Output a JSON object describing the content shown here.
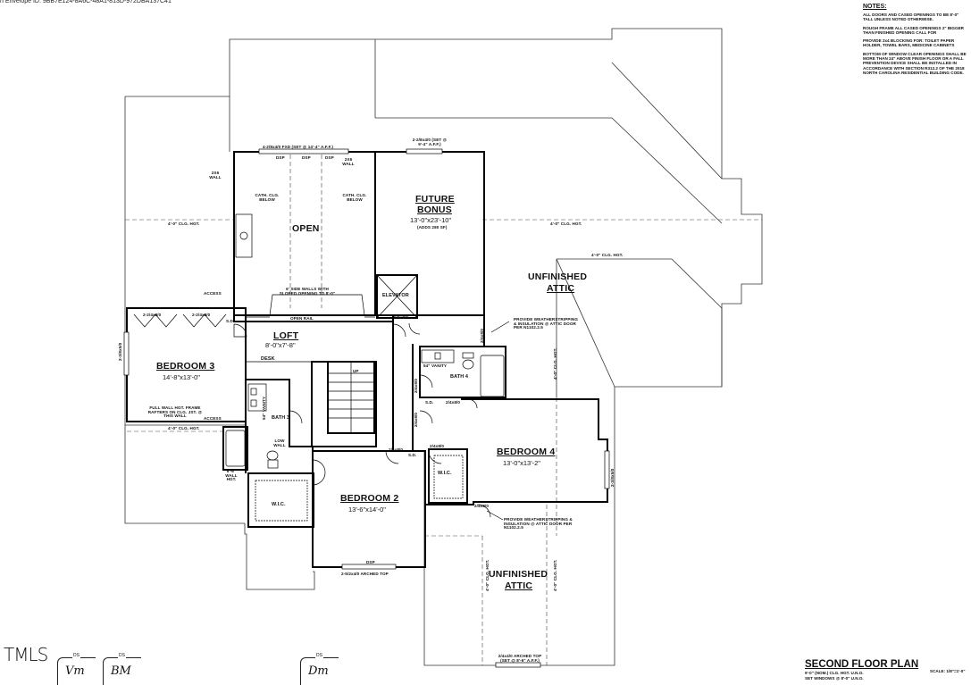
{
  "envelope_id": "n Envelope ID: 9BB7E124-8A6C-48A1-813D-972DBA137C41",
  "notes": {
    "heading": "NOTES:",
    "items": [
      "ALL DOORS AND CASED OPENINGS TO BE 8'-0\" TALL UNLESS NOTED OTHERWISE.",
      "ROUGH FRAME ALL CASED OPENINGS 2\" BIGGER THAN FINISHED OPENING CALL FOR",
      "PROVIDE 2x4 BLOCKING FOR: TOILET PAPER HOLDER, TOWEL BARS, MEDICINE CABINETS",
      "BOTTOM OF WINDOW CLEAR OPENINGS SHALL BE MORE THAN 24\" ABOVE FINISH FLOOR OR A FALL PREVENTION DEVICE SHALL BE INSTALLED IN ACCORDANCE WITH SECTION R312.2 OF THE 2018 NORTH CAROLINA RESIDENTIAL BUILDING CODE."
    ]
  },
  "rooms": {
    "future_bonus": {
      "name_line1": "FUTURE",
      "name_line2": "BONUS",
      "size": "13'-0\"x23'-10\"",
      "note": "(ADDS 280 SF)"
    },
    "open": {
      "name": "OPEN"
    },
    "loft": {
      "name": "LOFT",
      "size": "8'-0\"x7'-8\""
    },
    "bedroom3": {
      "name": "BEDROOM 3",
      "size": "14'-8\"x13'-0\""
    },
    "bedroom2": {
      "name": "BEDROOM 2",
      "size": "13'-6\"x14'-0\""
    },
    "bedroom4": {
      "name": "BEDROOM 4",
      "size": "13'-0\"x13'-2\""
    },
    "unfinished_attic_upper": {
      "line1": "UNFINISHED",
      "line2": "ATTIC"
    },
    "unfinished_attic_lower": {
      "line1": "UNFINISHED",
      "line2": "ATTIC"
    }
  },
  "annotations": {
    "window_top": "4-2/8x4/0 FXD (SET @ 14'-4\" A.F.F.)",
    "window_bonus": "2-2/8x4/0 (SET @ 9'-4\" A.F.F.)",
    "dsp1": "DSP",
    "dsp2": "DSP",
    "dsp3": "DSP",
    "wall_2x6_left": "2X6 WALL",
    "wall_2x6_right": "2X6 WALL",
    "cath_left": "CATH. CLG. BELOW",
    "cath_right": "CATH. CLG. BELOW",
    "side_walls": "6' SIDE WALLS WITH SLOPED OPENING TO 8'-0\"",
    "open_rail": "OPEN RAIL",
    "access_top": "ACCESS",
    "access_bottom": "ACCESS",
    "elevator": "ELEVATOR",
    "sd_loft": "S.D.",
    "sd_bath4": "S.D.",
    "sd_bed2": "S.D.",
    "desk": "DESK",
    "bath3": "BATH 3",
    "bath4": "BATH 4",
    "vanity_bath4": "54\" VANITY",
    "vanity_bath3": "54\" VANITY",
    "low_wall": "LOW WALL",
    "wic_left": "W.I.C.",
    "wic_right": "W.I.C.",
    "full_wall": "FULL WALL HGT. FRAME RAFTERS ON CLG. JST. @ THIS WALL",
    "clg_hgt_left": "4'-0\" CLG. HGT.",
    "clg_hgt_bed3": "4'-0\" CLG. HGT.",
    "clg_hgt_mid": "4'-0\" CLG. HGT.",
    "clg_hgt_right": "4'-0\" CLG. HGT.",
    "clg_hgt_vert": "4'-0\" CLG. HGT.",
    "clg_hgt_lower1": "4'-0\" CLG. HGT.",
    "clg_hgt_lower2": "4'-0\" CLG. HGT.",
    "wall_hgt": "6'-6\" WALL HGT.",
    "weatherstrip_upper": "PROVIDE WEATHERSTRIPPING & INSULATION @ ATTIC DOOR PER N1102.2.5",
    "weatherstrip_lower": "PROVIDE WEATHERSTRIPPING & INSULATION @ ATTIC DOOR PER N1102.2.5",
    "window_bed2": "2-5/2x4/0 ARCHED TOP",
    "window_attic": "2/4x4/0 ARCHED TOP (SET @ 8'-6\" A.F.F.)",
    "up": "UP",
    "door_2480a": "2-2/4x8/0",
    "door_2480b": "2-2/4x8/0",
    "door_2680": "2/6x8/0",
    "door_5080": "5/0x8/0",
    "door_2480c": "2/4x8/0",
    "door_2480d": "2/4x8/0",
    "door_2480e": "2/4x8/0",
    "door_2480f": "2/4x8/0",
    "door_2480g": "2/4x8/0",
    "door_2480h": "2/4x8/0",
    "win_bed3": "2-3/8x5/0",
    "win_bed4": "2-3/8x5/0",
    "dsp_bed2": "DSP"
  },
  "title_block": {
    "title": "SECOND FLOOR PLAN",
    "line1": "9'-0\" (NOM.) CLG. HGT. U.N.O.",
    "line2": "SET WINDOWS @ 8'-0\" U.N.O.",
    "scale": "SCALE: 1/8\"=1'-0\""
  },
  "branding": {
    "mls": "TMLS"
  },
  "signatures": [
    {
      "tag": "DS",
      "initials": "Vm"
    },
    {
      "tag": "DS",
      "initials": "BM"
    },
    {
      "tag": "DS",
      "initials": "Dm"
    }
  ]
}
